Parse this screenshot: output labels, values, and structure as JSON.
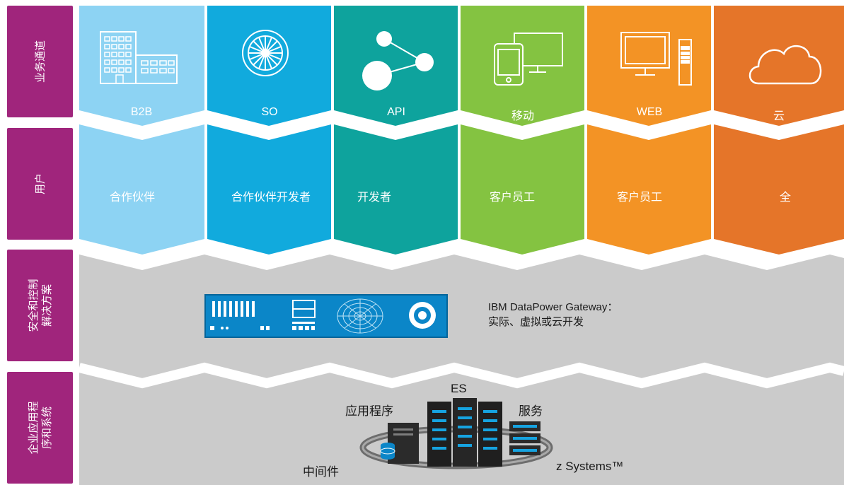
{
  "rows": [
    {
      "label": "业务通道"
    },
    {
      "label": "用户"
    },
    {
      "label": "安全和控制\n解决方案"
    },
    {
      "label": "企业应用程\n序和系统"
    }
  ],
  "columns": [
    {
      "title": "B2B",
      "users": "合作伙伴",
      "icon": "building-icon",
      "color": "#8dd3f3"
    },
    {
      "title": "SO",
      "users": "合作伙伴开发者",
      "icon": "wheel-icon",
      "color": "#11aadd"
    },
    {
      "title": "API",
      "users": "开发者",
      "icon": "share-nodes-icon",
      "color": "#0ea39d"
    },
    {
      "title": "移动",
      "users": "客户员工",
      "icon": "mobile-desktop-icon",
      "color": "#84c341"
    },
    {
      "title": "WEB",
      "users": "客户员工",
      "icon": "computer-tower-icon",
      "color": "#f39325"
    },
    {
      "title": "云",
      "users": "全",
      "icon": "cloud-icon",
      "color": "#e57529"
    }
  ],
  "colors": {
    "side": "#a0257c",
    "band": "#cbcbcb",
    "appliance": "#0b86c8"
  },
  "gateway": {
    "line1": "IBM DataPower Gateway：",
    "line2": "实际、虚拟或云开发"
  },
  "systems": {
    "es": "ES",
    "apps": "应用程序",
    "services": "服务",
    "middleware": "中间件",
    "zsystems": "z Systems™"
  }
}
